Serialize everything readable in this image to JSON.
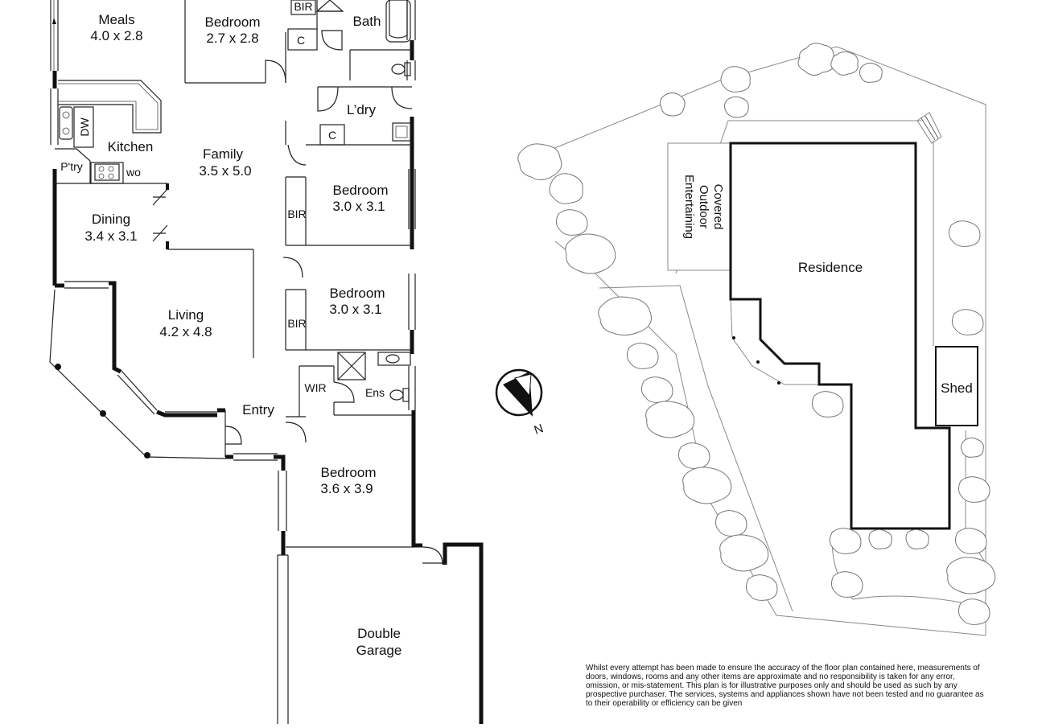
{
  "rooms": {
    "meals": {
      "name": "Meals",
      "dim": "4.0 x 2.8"
    },
    "bedroom_top": {
      "name": "Bedroom",
      "dim": "2.7 x 2.8"
    },
    "bir_top": "BIR",
    "bath": "Bath",
    "c_top": "C",
    "laundry": "L’dry",
    "c_laundry": "C",
    "dw": "DW",
    "kitchen": "Kitchen",
    "family": {
      "name": "Family",
      "dim": "3.5 x 5.0"
    },
    "pantry": "P'try",
    "wo": "wo",
    "bedroom2": {
      "name": "Bedroom",
      "dim": "3.0 x 3.1"
    },
    "bir2": "BIR",
    "dining": {
      "name": "Dining",
      "dim": "3.4 x 3.1"
    },
    "bedroom3": {
      "name": "Bedroom",
      "dim": "3.0 x 3.1"
    },
    "bir3": "BIR",
    "living": {
      "name": "Living",
      "dim": "4.2 x 4.8"
    },
    "wir": "WIR",
    "ens": "Ens",
    "entry": "Entry",
    "bedroom4": {
      "name": "Bedroom",
      "dim": "3.6 x 3.9"
    },
    "garage": {
      "line1": "Double",
      "line2": "Garage"
    }
  },
  "site": {
    "covered": {
      "line1": "Covered",
      "line2": "Outdoor",
      "line3": "Entertaining"
    },
    "residence": "Residence",
    "shed": "Shed"
  },
  "compass": {
    "north_label": "N"
  },
  "disclaimer": "Whilst every attempt has been made to ensure the accuracy of the floor plan contained here, measurements of doors, windows, rooms and any other items are approximate and no responsibility is taken for any error, omission, or mis-statement.  This plan is for illustrative purposes only and should be used as such by any prospective purchaser.  The services, systems and appliances shown have not been tested and no guarantee as to their operability or efficiency can be given",
  "colors": {
    "line": "#111111",
    "tree_outline": "#777777",
    "boundary": "#888888"
  }
}
